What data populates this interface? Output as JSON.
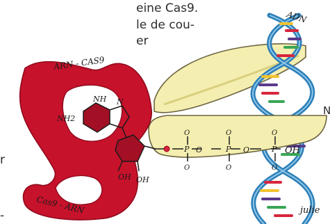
{
  "page_text": {
    "line1": "eine  Cas9.",
    "line2": "le de cou-",
    "line3": "er",
    "letter_r": "r",
    "margin_mark": "N",
    "dash": "-"
  },
  "illustration": {
    "labels": {
      "adn": "ADN",
      "arn_cas9_top": "ARN - CAS9",
      "cas9_arn_bottom": "Cas9 - ARN",
      "nh": "NH",
      "n": "N",
      "nh2": "NH2",
      "oh_left": "OH",
      "oh_mid": "OH",
      "oh_right": "OH",
      "phosphate_o": "O",
      "phosphate_p": "P",
      "signature": "julie"
    },
    "colors": {
      "scissors_red": "#c7122b",
      "scissors_dark": "#8e0a1c",
      "blade_yellow": "#f4eeb0",
      "blade_outline": "#6b6440",
      "dna_blue": "#2c7fb8",
      "dna_light": "#8fc6e8",
      "base_red": "#d7263d",
      "base_yellow": "#f2c230",
      "base_purple": "#5b3a8c",
      "base_green": "#3aa655"
    }
  }
}
